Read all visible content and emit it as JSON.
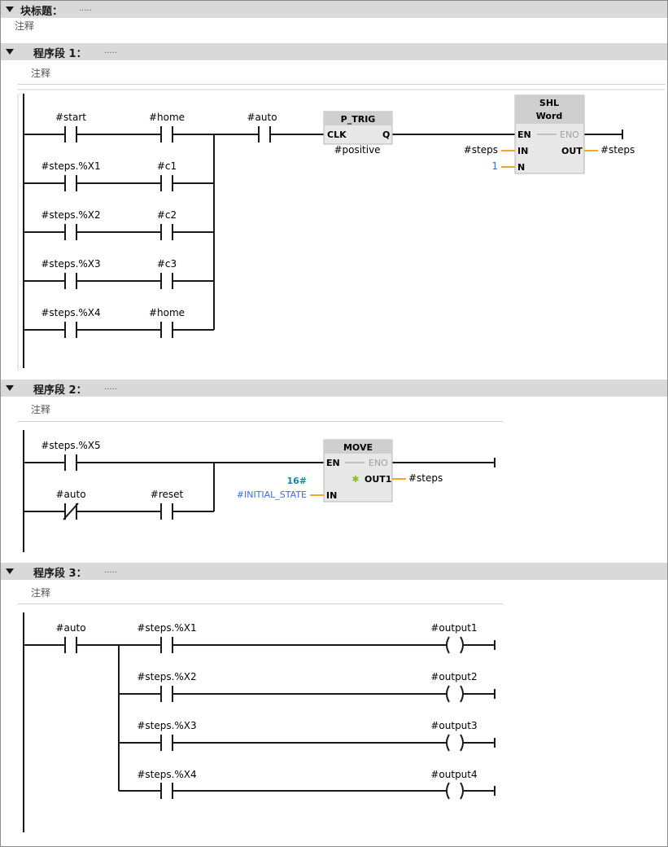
{
  "block": {
    "title": "块标题：",
    "dots": ".....",
    "comment": "注释"
  },
  "networks": [
    {
      "title": "程序段 1：",
      "dots": ".....",
      "comment": "注释"
    },
    {
      "title": "程序段 2：",
      "dots": ".....",
      "comment": "注释"
    },
    {
      "title": "程序段 3：",
      "dots": ".....",
      "comment": "注释"
    }
  ],
  "net1": {
    "contacts": [
      "#start",
      "#home",
      "#steps.%X1",
      "#c1",
      "#steps.%X2",
      "#c2",
      "#steps.%X3",
      "#c3",
      "#steps.%X4",
      "#home",
      "#auto"
    ],
    "ptrig": {
      "name": "P_TRIG",
      "clk": "CLK",
      "q": "Q",
      "operand": "#positive"
    },
    "shl": {
      "name": "SHL",
      "type": "Word",
      "en": "EN",
      "eno": "ENO",
      "in": "IN",
      "out": "OUT",
      "n": "N",
      "in_val": "#steps",
      "out_val": "#steps",
      "n_val": "1"
    }
  },
  "net2": {
    "contacts": [
      "#steps.%X5",
      "#auto",
      "#reset"
    ],
    "move": {
      "name": "MOVE",
      "en": "EN",
      "eno": "ENO",
      "in": "IN",
      "out": "OUT1",
      "in_type": "16#",
      "in_val": "#INITIAL_STATE",
      "out_val": "#steps"
    }
  },
  "net3": {
    "contacts": [
      "#auto",
      "#steps.%X1",
      "#steps.%X2",
      "#steps.%X3",
      "#steps.%X4"
    ],
    "coils": [
      "#output1",
      "#output2",
      "#output3",
      "#output4"
    ]
  },
  "colors": {
    "header": "#d9d9d9",
    "wire": "#1a1a1a",
    "pin": "#f5a623",
    "blue": "#3a6fd8",
    "teal": "#0a8aa0",
    "box": "#e8e8e8",
    "boxhead": "#cfcfcf"
  }
}
